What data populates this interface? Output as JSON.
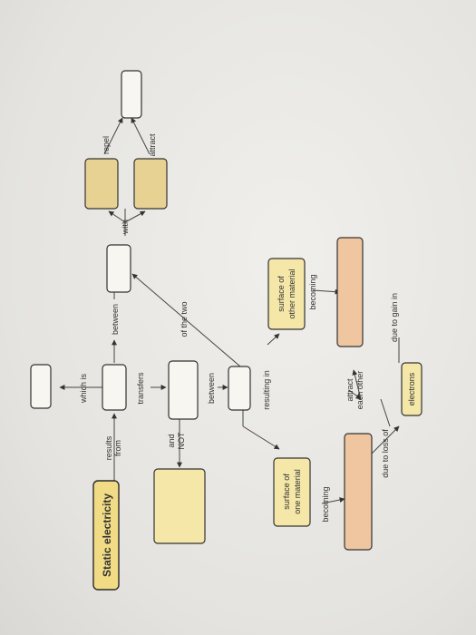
{
  "title": "Static electricity",
  "links": {
    "results_from_1": "results",
    "results_from_2": "from",
    "which_is": "which is",
    "between_1": "between",
    "transfers": "transfers",
    "and_not_1": "and",
    "and_not_2": "NOT",
    "between_2": "between",
    "of_the_two": "of the two",
    "with": "with",
    "repel": "repel",
    "attract": "attract",
    "resulting_in": "resulting in",
    "becoming_1": "becoming",
    "becoming_2": "becoming",
    "attract_each_other_1": "attract",
    "attract_each_other_2": "each other",
    "due_to_loss_of": "due to loss of",
    "due_to_gain_in": "due to gain in"
  },
  "nodes": {
    "surface_one_1": "surface of",
    "surface_one_2": "one material",
    "surface_other_1": "surface of",
    "surface_other_2": "other material",
    "electrons": "electrons"
  }
}
